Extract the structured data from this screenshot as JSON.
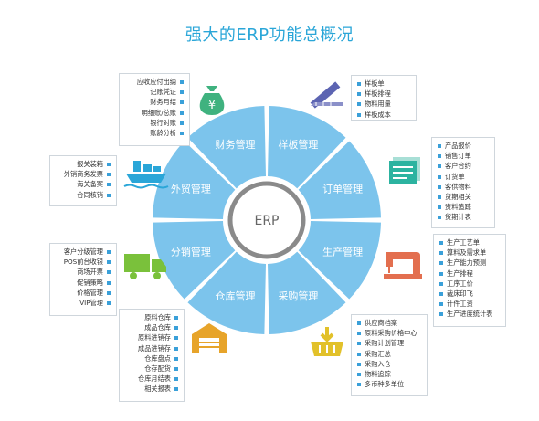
{
  "title": "强大的ERP功能总概况",
  "center": "ERP",
  "colors": {
    "accent": "#2aa6d8",
    "segment": "#7cc4ec",
    "ring": "#8a8a8a",
    "bullet": "#3aa0d9",
    "money": "#3fb27f",
    "chart": "#5c64b2",
    "invoice": "#2cb3a0",
    "sewing": "#e36f4f",
    "truck": "#7ac13b",
    "ship": "#2aa6d8",
    "warehouse": "#e7a42a",
    "basket": "#e2c12a"
  },
  "segments": [
    "财务管理",
    "样板管理",
    "订单管理",
    "生产管理",
    "采购管理",
    "仓库管理",
    "分销管理",
    "外贸管理"
  ],
  "groups": {
    "finance": [
      "应收应付出纳",
      "记账凭证",
      "财务月结",
      "明细账/总账",
      "银行对账",
      "账龄分析"
    ],
    "sample": [
      "样板单",
      "样板排程",
      "物料用量",
      "样板成本"
    ],
    "order": [
      "产品报价",
      "销售订单",
      "客户合约",
      "订货单",
      "客供物料",
      "货期相关",
      "资料追踪",
      "货期计表"
    ],
    "production": [
      "生产工艺单",
      "算料及需求单",
      "生产能力预测",
      "生产排程",
      "工序工价",
      "裁床印飞",
      "计件工资",
      "生产进度统计表"
    ],
    "purchase": [
      "供应商档案",
      "原料采购价格中心",
      "采购计划管理",
      "采购汇总",
      "采购入仓",
      "物料追踪",
      "多币种多单位"
    ],
    "warehouse": [
      "原料仓库",
      "成品仓库",
      "原料进销存",
      "成品进销存",
      "仓库盘点",
      "仓存配货",
      "仓库月结表",
      "相关报表"
    ],
    "distribution": [
      "客户分级管理",
      "POS前台收银",
      "商场开票",
      "促销策略",
      "价格管理",
      "VIP管理"
    ],
    "trade": [
      "报关装箱",
      "外销商务发票",
      "海关备案",
      "合同核销"
    ]
  },
  "icons": {
    "finance": "money-bag-icon",
    "sample": "ruler-chart-icon",
    "order": "invoice-stack-icon",
    "production": "sewing-machine-icon",
    "purchase": "shopping-basket-icon",
    "warehouse": "warehouse-icon",
    "distribution": "delivery-truck-icon",
    "trade": "cargo-ship-icon"
  }
}
